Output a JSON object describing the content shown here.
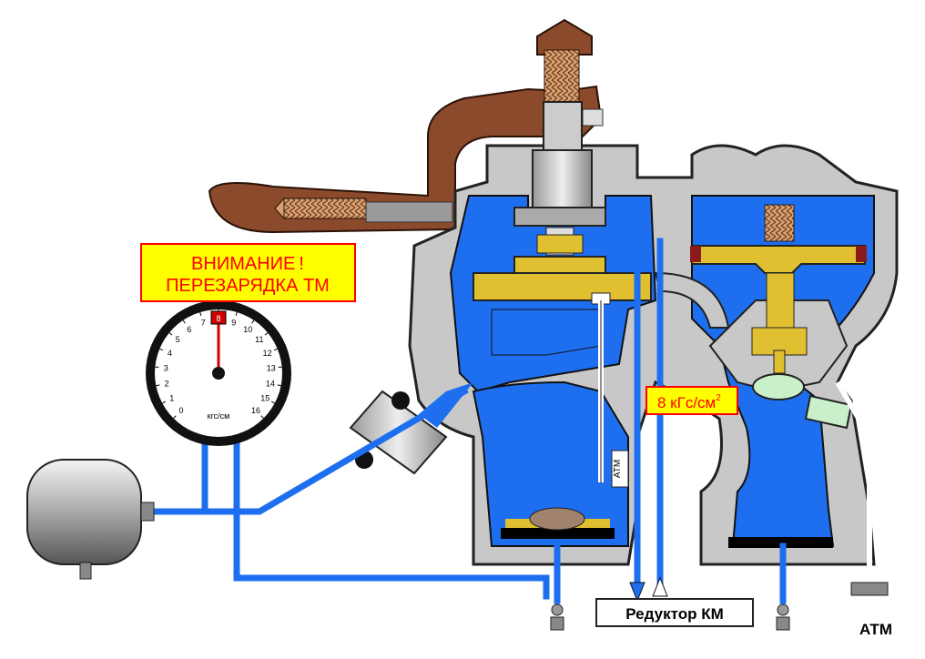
{
  "warning": {
    "line1": "ВНИМАНИЕ",
    "mark": "!",
    "line2": "ПЕРЕЗАРЯДКА ТМ"
  },
  "pressure_label": {
    "text": "8 кГс/см",
    "superscript": "2"
  },
  "gauge": {
    "unit": "кгс/см",
    "ticks": [
      "0",
      "1",
      "2",
      "3",
      "4",
      "5",
      "6",
      "7",
      "8",
      "9",
      "10",
      "11",
      "12",
      "13",
      "14",
      "15",
      "16"
    ],
    "min": 0,
    "max": 16,
    "value": 8
  },
  "labels": {
    "reducer": "Редуктор КМ",
    "atm_channel": "АТМ",
    "atm_outlet": "АТМ"
  },
  "colors": {
    "air": "#1e6ff0",
    "body": "#c8c8c8",
    "brass": "#e0c030",
    "bronze": "#8b4a2b",
    "warning_bg": "#ffff00",
    "warning_text": "#ff0000"
  }
}
